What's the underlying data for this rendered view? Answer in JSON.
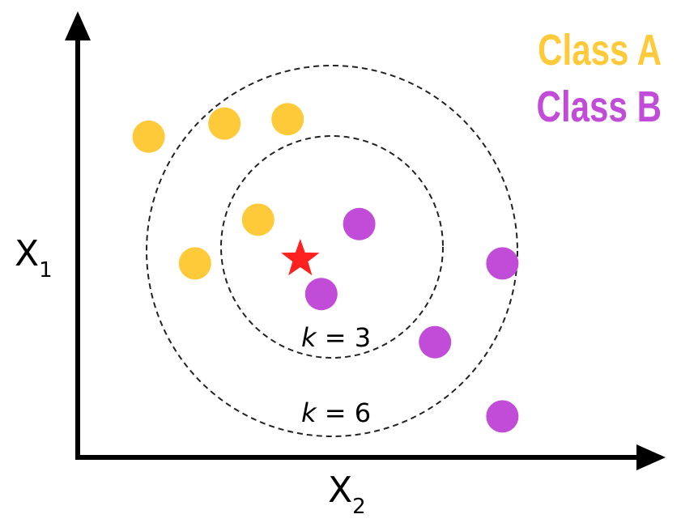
{
  "axes": {
    "x_label": "X",
    "x_subscript": "2",
    "y_label": "X",
    "y_subscript": "1"
  },
  "legend": [
    {
      "label": "Class A",
      "color": "#FFCA3A"
    },
    {
      "label": "Class B",
      "color": "#C04CD8"
    }
  ],
  "query_point": {
    "shape": "star-icon",
    "color": "#FF2020"
  },
  "circles": [
    {
      "label_var": "k",
      "label_rest": " = 3"
    },
    {
      "label_var": "k",
      "label_rest": " = 6"
    }
  ],
  "points": {
    "class_a": [
      {
        "x": 1.8,
        "y": 7.8
      },
      {
        "x": 3.6,
        "y": 8.1
      },
      {
        "x": 5.1,
        "y": 8.2
      },
      {
        "x": 4.4,
        "y": 5.9
      },
      {
        "x": 2.9,
        "y": 4.9
      }
    ],
    "class_b": [
      {
        "x": 6.8,
        "y": 5.8
      },
      {
        "x": 5.9,
        "y": 4.2
      },
      {
        "x": 8.6,
        "y": 3.1
      },
      {
        "x": 10.2,
        "y": 4.9
      },
      {
        "x": 10.2,
        "y": 1.4
      }
    ],
    "query": {
      "x": 5.4,
      "y": 5.0
    }
  }
}
